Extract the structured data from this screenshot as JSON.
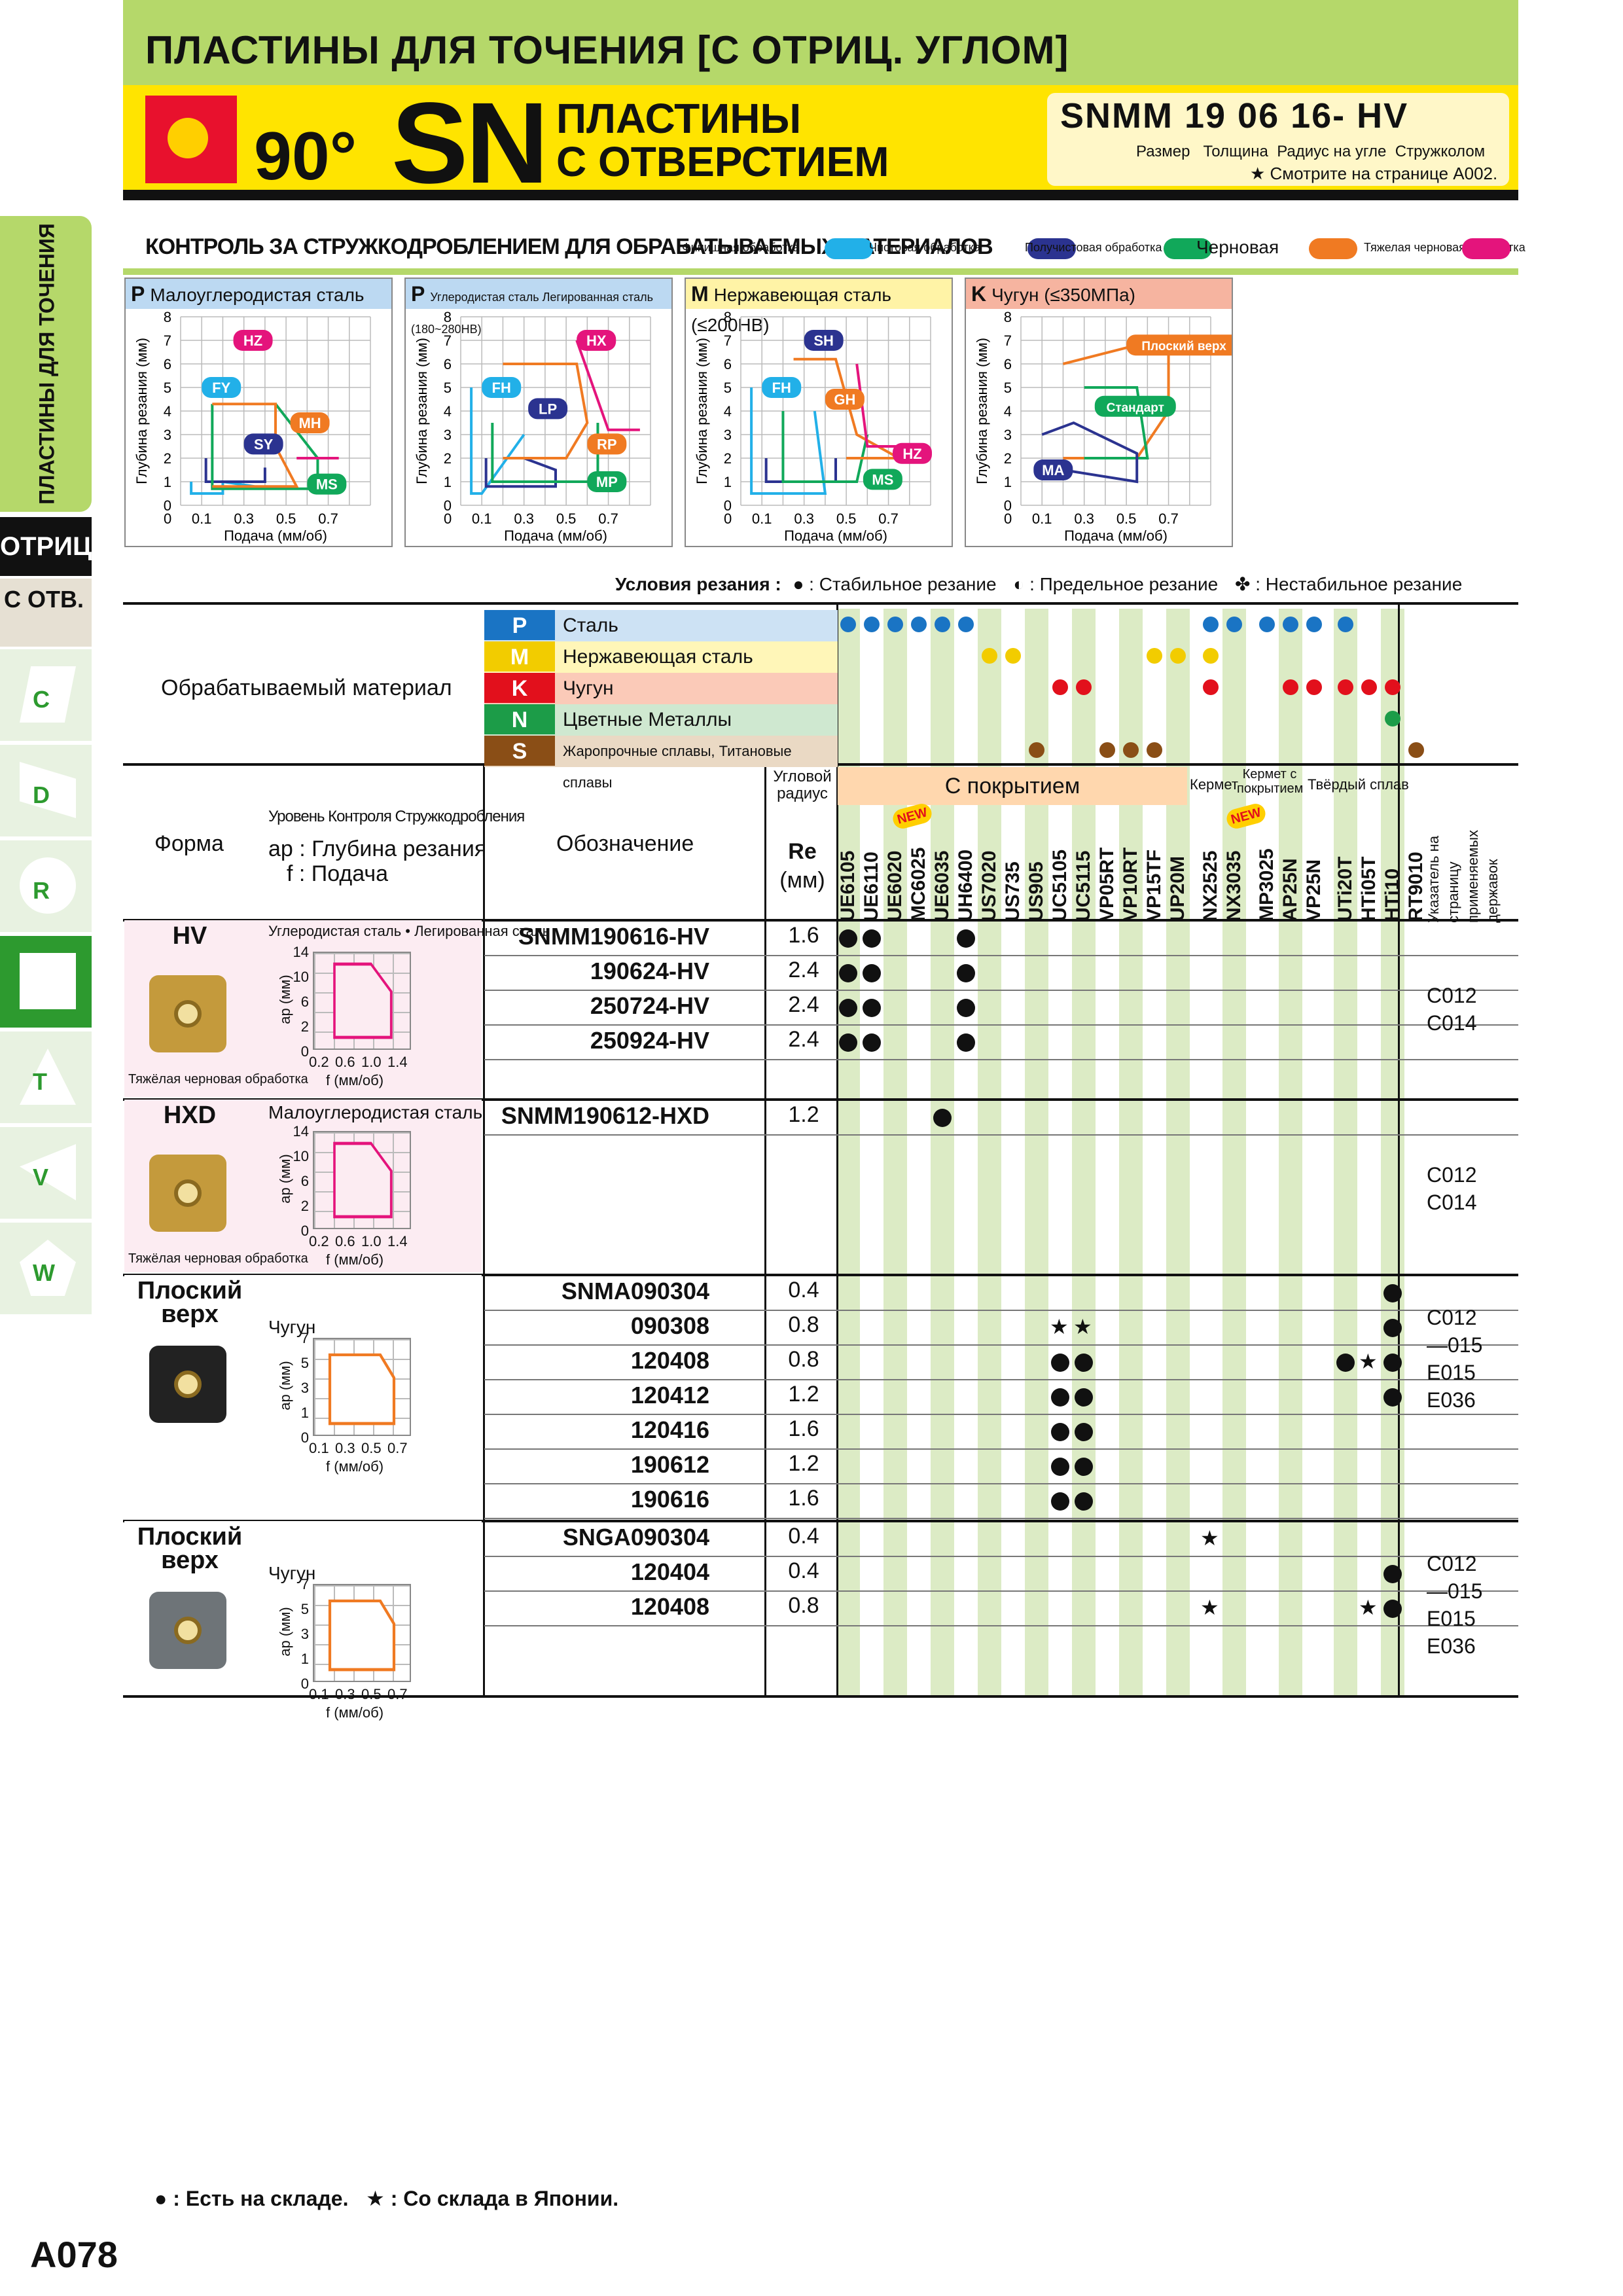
{
  "header": {
    "title": "ПЛАСТИНЫ ДЛЯ ТОЧЕНИЯ [С ОТРИЦ. УГЛОМ]",
    "angle": "90°",
    "shape_code": "SN",
    "subtitle_line1": "ПЛАСТИНЫ",
    "subtitle_line2": "С ОТВЕРСТИЕМ",
    "code": "SNMM 19 06 16- HV",
    "code_parts": "Размер   Толщина  Радиус на угле  Стружколом",
    "code_note": "★ Смотрите на странице A002.",
    "colors": {
      "band": "#ffe400",
      "header_green": "#b5d86a",
      "logo_red": "#e8112d"
    }
  },
  "side_tabs": {
    "vertical_label": "ПЛАСТИНЫ ДЛЯ ТОЧЕНИЯ",
    "negative": "ОТРИЦ.",
    "with_hole": "С ОТВ.",
    "letters": [
      "C",
      "D",
      "R",
      "S",
      "T",
      "V",
      "W"
    ],
    "active": "S"
  },
  "chip_breaking": {
    "title": "КОНТРОЛЬ ЗА СТРУЖКОДРОБЛЕНИЕМ ДЛЯ ОБРАБАТЫВАЕМЫХ МАТЕРИАЛОВ",
    "legend": [
      {
        "label": "Финишная обработка",
        "color": "#22b0e8"
      },
      {
        "label": "Чистовая обработка",
        "color": "#2b3390"
      },
      {
        "label": "Получистовая обработка",
        "color": "#11a85a"
      },
      {
        "label": "Черновая",
        "color": "#f07a22"
      },
      {
        "label": "Тяжелая черновая обработка",
        "color": "#e4147c"
      }
    ],
    "axis_y": "Глубина резания (мм)",
    "axis_x": "Подача (мм/об)",
    "panels": [
      {
        "letter": "P",
        "title": "Малоуглеродистая сталь",
        "bg": "#bcd9f2",
        "labels": [
          "HZ",
          "FY",
          "MH",
          "SY",
          "MS"
        ]
      },
      {
        "letter": "P",
        "title": "Углеродистая сталь  Легированная сталь (180~280HB)",
        "bg": "#bcd9f2",
        "labels": [
          "HX",
          "FH",
          "LP",
          "RP",
          "MP"
        ]
      },
      {
        "letter": "M",
        "title": "Нержавеющая сталь (≤200HB)",
        "bg": "#fff3a6",
        "labels": [
          "SH",
          "FH",
          "GH",
          "HZ",
          "MS"
        ]
      },
      {
        "letter": "K",
        "title": "Чугун (≤350МПа)",
        "bg": "#f6b4a0",
        "labels": [
          "Плоский верх",
          "Стандарт",
          "MA"
        ]
      }
    ],
    "y_ticks": [
      "0",
      "1",
      "2",
      "3",
      "4",
      "5",
      "6",
      "7",
      "8"
    ],
    "x_ticks": [
      "0.1",
      "0.3",
      "0.5",
      "0.7"
    ]
  },
  "conditions": {
    "label": "Условия резания :",
    "stable": "● : Стабильное резание",
    "limit": "◐ : Предельное резание",
    "unstable": "✤ : Нестабильное резание"
  },
  "materials": {
    "header": "Обрабатываемый материал",
    "rows": [
      {
        "letter": "P",
        "name": "Сталь",
        "color": "#1a74c4",
        "bg": "#cde2f4"
      },
      {
        "letter": "M",
        "name": "Нержавеющая сталь",
        "color": "#f2cc00",
        "bg": "#fff6b8"
      },
      {
        "letter": "K",
        "name": "Чугун",
        "color": "#e2101c",
        "bg": "#fbcab8"
      },
      {
        "letter": "N",
        "name": "Цветные Металлы",
        "color": "#1c9c48",
        "bg": "#cfe8d0"
      },
      {
        "letter": "S",
        "name": "Жаропрочные сплавы, Титановые сплавы",
        "color": "#8a4e16",
        "bg": "#ead9c4"
      }
    ]
  },
  "table_header": {
    "form": "Форма",
    "chip_level": "Уровень Контроля Стружкодробления",
    "ap": "ap : Глубина резания",
    "f": "f : Подача",
    "designation": "Обозначение",
    "corner_radius": "Угловой радиус",
    "re": "Re",
    "mm": "(мм)",
    "coated": "С покрытием",
    "cermet": "Кермет",
    "coated_cermet": "Кермет с покрытием",
    "carbide": "Твёрдый сплав",
    "holder_ref": "Указатель на страницу применяемых державок",
    "new": "NEW",
    "grades": [
      "UE6105",
      "UE6110",
      "UE6020",
      "MC6025",
      "UE6035",
      "UH6400",
      "US7020",
      "US735",
      "US905",
      "UC5105",
      "UC5115",
      "VP05RT",
      "VP10RT",
      "VP15TF",
      "UP20M",
      "NX2525",
      "NX3035",
      "MP3025",
      "AP25N",
      "VP25N",
      "UTi20T",
      "HTi05T",
      "HTi10",
      "RT9010"
    ]
  },
  "groups": [
    {
      "name": "HV",
      "chart_caption": "Углеродистая сталь • Легированная сталь",
      "chart_note": "Тяжёлая черновая обработка",
      "y_ticks": [
        "14",
        "10",
        "6",
        "2",
        "0"
      ],
      "x_ticks": [
        "0.2",
        "0.6",
        "1.0",
        "1.4"
      ],
      "rows": [
        {
          "designation": "SNMM190616-HV",
          "re": "1.6"
        },
        {
          "designation": "190624-HV",
          "re": "2.4"
        },
        {
          "designation": "250724-HV",
          "re": "2.4"
        },
        {
          "designation": "250924-HV",
          "re": "2.4"
        }
      ],
      "pages": [
        "C012",
        "C014"
      ]
    },
    {
      "name": "HXD",
      "chart_caption": "Малоуглеродистая сталь",
      "chart_note": "Тяжёлая черновая обработка",
      "y_ticks": [
        "14",
        "10",
        "6",
        "2",
        "0"
      ],
      "x_ticks": [
        "0.2",
        "0.6",
        "1.0",
        "1.4"
      ],
      "rows": [
        {
          "designation": "SNMM190612-HXD",
          "re": "1.2"
        }
      ],
      "pages": [
        "C012",
        "C014"
      ]
    },
    {
      "name": "Плоский верх",
      "chart_caption": "Чугун",
      "y_ticks": [
        "7",
        "5",
        "3",
        "1",
        "0"
      ],
      "x_ticks": [
        "0.1",
        "0.3",
        "0.5",
        "0.7"
      ],
      "rows": [
        {
          "designation": "SNMA090304",
          "re": "0.4"
        },
        {
          "designation": "090308",
          "re": "0.8"
        },
        {
          "designation": "120408",
          "re": "0.8"
        },
        {
          "designation": "120412",
          "re": "1.2"
        },
        {
          "designation": "120416",
          "re": "1.6"
        },
        {
          "designation": "190612",
          "re": "1.2"
        },
        {
          "designation": "190616",
          "re": "1.6"
        }
      ],
      "pages": [
        "C012",
        "—015",
        "E015",
        "E036"
      ]
    },
    {
      "name": "Плоский верх",
      "chart_caption": "Чугун",
      "y_ticks": [
        "7",
        "5",
        "3",
        "1",
        "0"
      ],
      "x_ticks": [
        "0.1",
        "0.3",
        "0.5",
        "0.7"
      ],
      "rows": [
        {
          "designation": "SNGA090304",
          "re": "0.4"
        },
        {
          "designation": "120404",
          "re": "0.4"
        },
        {
          "designation": "120408",
          "re": "0.8"
        }
      ],
      "pages": [
        "C012",
        "—015",
        "E015",
        "E036"
      ]
    }
  ],
  "axis_labels": {
    "ap": "ap (мм)",
    "f": "f (мм/об)"
  },
  "footer": {
    "legend": "● : Есть на складе.   ★ : Со склада в Японии.",
    "page": "A078"
  }
}
